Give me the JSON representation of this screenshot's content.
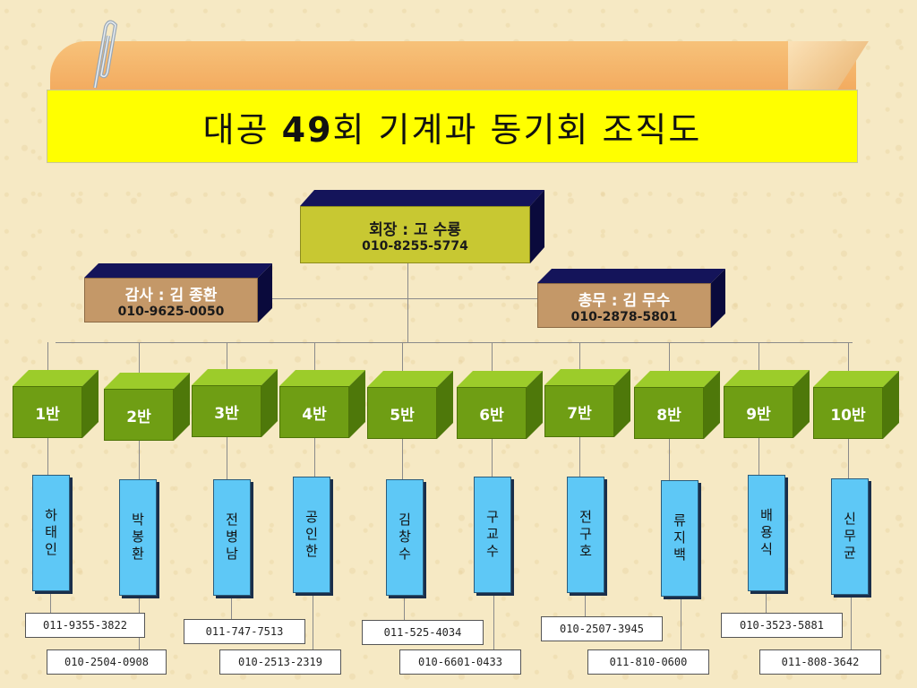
{
  "title": {
    "prefix": "대공 ",
    "number": "49",
    "suffix": "회 기계과 동기회 조직도"
  },
  "president": {
    "title": "회장 : 고 수룡",
    "phone": "010-8255-5774"
  },
  "auditor": {
    "title": "감사 : 김 종환",
    "phone": "010-9625-0050"
  },
  "secretary": {
    "title": "총무 : 김 무수",
    "phone": "010-2878-5801"
  },
  "classes": [
    "1반",
    "2반",
    "3반",
    "4반",
    "5반",
    "6반",
    "7반",
    "8반",
    "9반",
    "10반"
  ],
  "members": [
    "하태인",
    "박봉환",
    "전병남",
    "공인한",
    "김창수",
    "구교수",
    "전구호",
    "류지백",
    "배용식",
    "신무균"
  ],
  "phones_upper": [
    "011-9355-3822",
    "011-747-7513",
    "011-525-4034",
    "010-2507-3945",
    "010-3523-5881"
  ],
  "phones_lower": [
    "010-2504-0908",
    "010-2513-2319",
    "010-6601-0433",
    "011-810-0600",
    "011-808-3642"
  ]
}
